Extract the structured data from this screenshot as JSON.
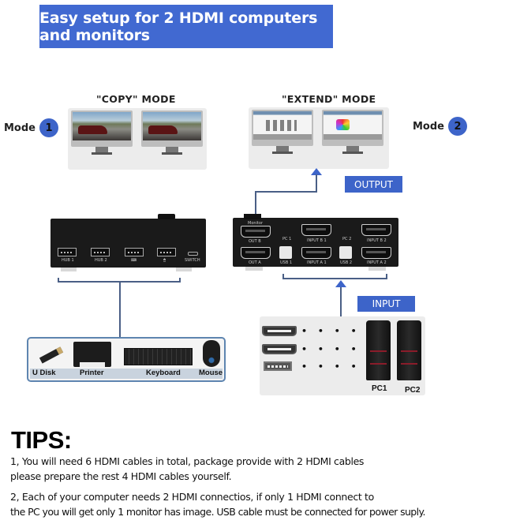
{
  "banner": {
    "title": "Easy setup for 2 HDMI computers and monitors",
    "color": "#4169d1"
  },
  "modes": [
    {
      "label": "Mode",
      "number": "1",
      "title": "\"COPY\" MODE",
      "screens": [
        "racing-game",
        "racing-game"
      ]
    },
    {
      "label": "Mode",
      "number": "2",
      "title": "\"EXTEND\" MODE",
      "screens": [
        "web-page",
        "web-page-extended"
      ]
    }
  ],
  "tags": {
    "output": "OUTPUT",
    "input": "INPUT"
  },
  "switch_front": {
    "ports": [
      "HUB 1",
      "HUB 2",
      "⌨",
      "🖱",
      "SWITCH"
    ]
  },
  "switch_back": {
    "top_label": "Monitor",
    "ports": {
      "out_b": "OUT B",
      "out_a": "OUT A",
      "pc1": "PC 1",
      "usb1": "USB 1",
      "input_b1": "INPUT B 1",
      "input_a1": "INPUT A 1",
      "pc2": "PC 2",
      "usb2": "USB 2",
      "input_b2": "INPUT B 2",
      "input_a2": "INPUT A 2"
    }
  },
  "peripherals": [
    "U Disk",
    "Printer",
    "Keyboard",
    "Mouse"
  ],
  "inputs": {
    "connectors": [
      "hdmi",
      "hdmi",
      "usb"
    ],
    "dots": "• • • • •>",
    "pcs": [
      "PC1",
      "PC2"
    ]
  },
  "tips": {
    "title": "TIPS:",
    "lines": [
      "1, You will need 6 HDMI cables in total, package provide with 2 HDMI  cables",
      "please prepare the rest 4 HDMI cables yourself.",
      "2, Each of your computer needs 2 HDMI connectios, if only 1 HDMI connect to",
      "the PC you will get only 1 monitor has image. USB cable must be connected for power suply."
    ]
  },
  "colors": {
    "accent": "#3d64c9",
    "line": "#4a5f86",
    "device": "#1a1a1a"
  }
}
